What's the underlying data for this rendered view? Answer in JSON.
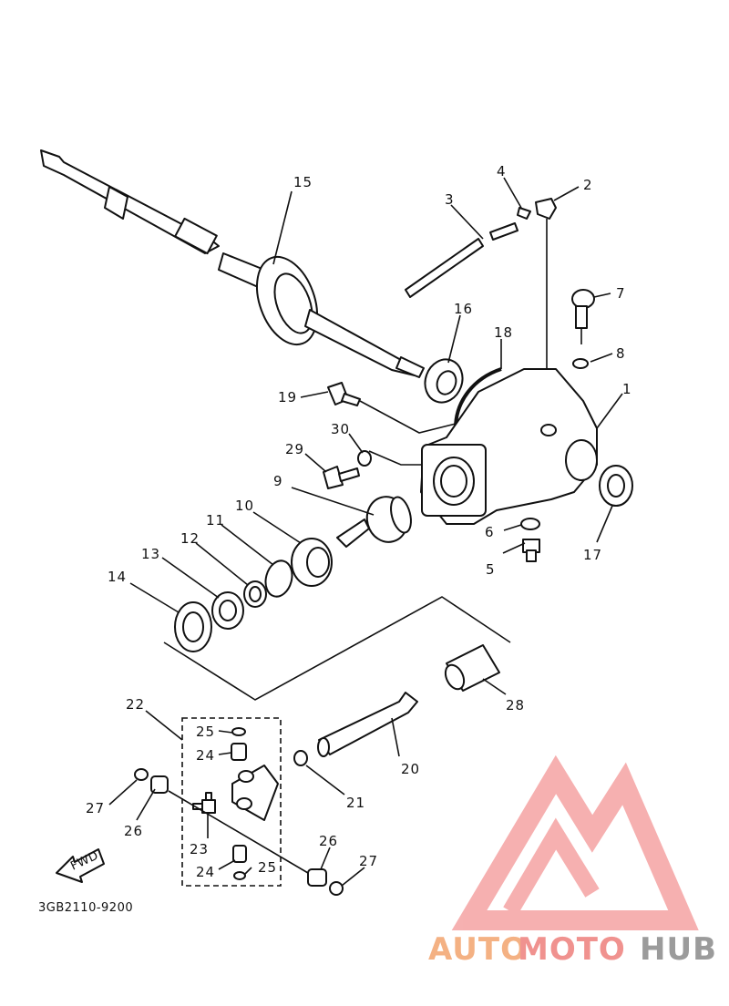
{
  "diagram_code": "3GB2110-9200",
  "fwd_label": "FWD",
  "watermark": {
    "part1": "AUTO",
    "part2": "MOTO",
    "part3": "HUB",
    "colors": {
      "auto": "#f4b183",
      "moto": "#f0928f",
      "hub": "#9b9b9b",
      "triangle": "#f5a3a3"
    }
  },
  "callouts": {
    "c1": "1",
    "c2": "2",
    "c3": "3",
    "c4": "4",
    "c5": "5",
    "c6": "6",
    "c7": "7",
    "c8": "8",
    "c9": "9",
    "c10": "10",
    "c11": "11",
    "c12": "12",
    "c13": "13",
    "c14": "14",
    "c15": "15",
    "c16": "16",
    "c17": "17",
    "c18": "18",
    "c19": "19",
    "c20": "20",
    "c21": "21",
    "c22": "22",
    "c23": "23",
    "c24a": "24",
    "c24b": "24",
    "c25a": "25",
    "c25b": "25",
    "c26a": "26",
    "c26b": "26",
    "c27a": "27",
    "c27b": "27",
    "c28": "28",
    "c29": "29",
    "c30": "30"
  }
}
